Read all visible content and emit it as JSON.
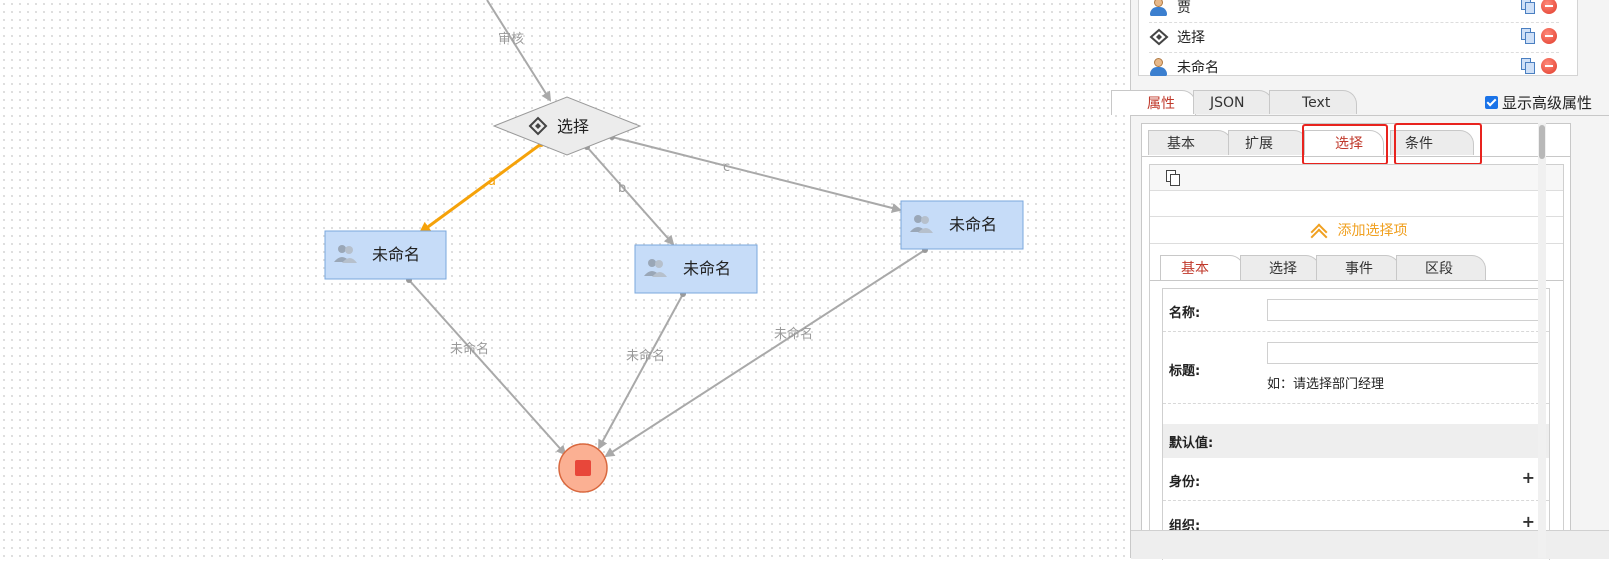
{
  "diagram": {
    "start_node": {
      "label": "选择"
    },
    "task_nodes": [
      {
        "label": "未命名"
      },
      {
        "label": "未命名"
      },
      {
        "label": "未命名"
      }
    ],
    "edges": {
      "top": "审核",
      "a": "a",
      "b": "b",
      "c": "c",
      "e1": "未命名",
      "e2": "未命名",
      "e3": "未命名"
    }
  },
  "node_list": {
    "items": [
      {
        "label": "贾",
        "icon": "user-icon"
      },
      {
        "label": "选择",
        "icon": "choice-icon"
      },
      {
        "label": "未命名",
        "icon": "user-icon"
      }
    ]
  },
  "tabs": {
    "main": [
      "属性",
      "JSON",
      "Text"
    ],
    "advanced_toggle": "显示高级属性",
    "sub": [
      "基本",
      "扩展",
      "选择",
      "条件"
    ],
    "detail": [
      "基本",
      "选择",
      "事件",
      "区段"
    ]
  },
  "choice_panel": {
    "add_label": "添加选择项"
  },
  "form": {
    "name_label": "名称:",
    "title_label": "标题:",
    "title_hint": "如：请选择部门经理",
    "default_label": "默认值:",
    "identity_label": "身份:",
    "org_label": "组织:",
    "plus": "+"
  },
  "colors": {
    "accent_orange": "#f5a20a",
    "node_fill": "#c6dcf8",
    "node_border": "#7aa7dd",
    "highlight_red": "#e8231e",
    "active_tab": "#c0392b"
  }
}
